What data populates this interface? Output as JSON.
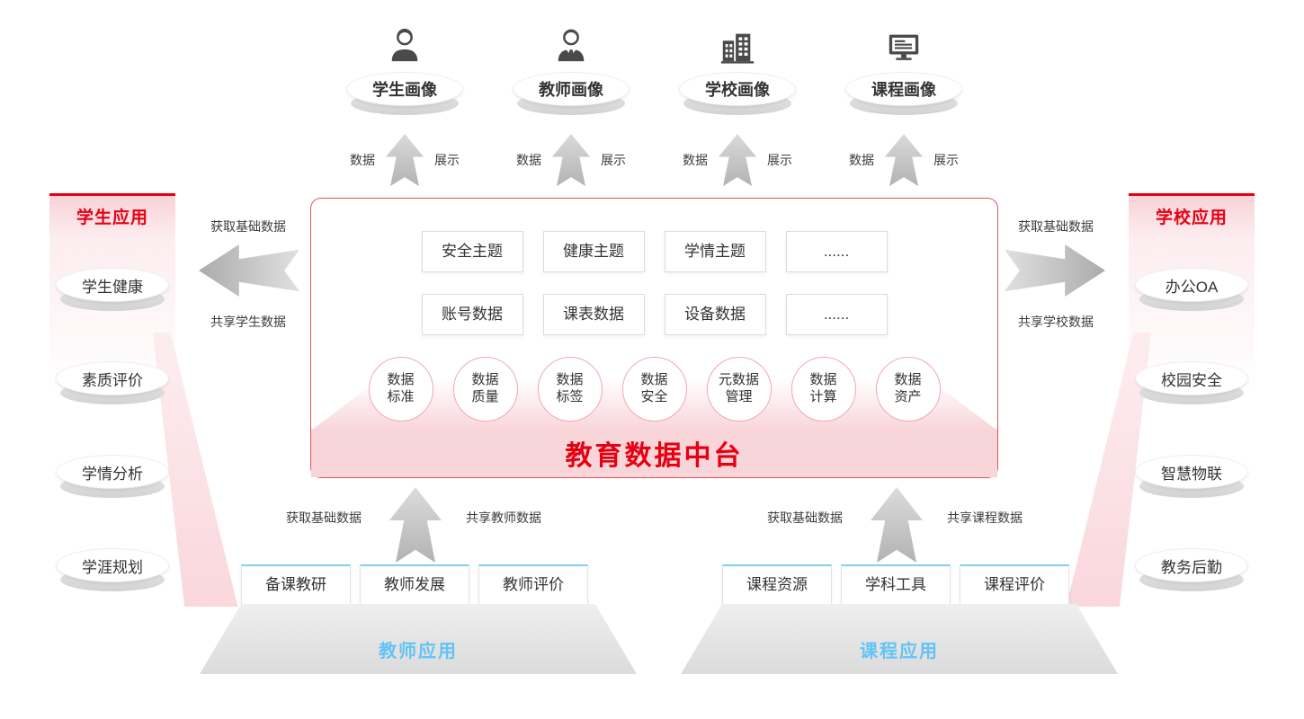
{
  "portraits": [
    {
      "icon": "student-icon",
      "label": "学生画像",
      "left_label": "数据",
      "right_label": "展示"
    },
    {
      "icon": "teacher-icon",
      "label": "教师画像",
      "left_label": "数据",
      "right_label": "展示"
    },
    {
      "icon": "school-icon",
      "label": "学校画像",
      "left_label": "数据",
      "right_label": "展示"
    },
    {
      "icon": "course-icon",
      "label": "课程画像",
      "left_label": "数据",
      "right_label": "展示"
    }
  ],
  "center_platform": {
    "theme_row": [
      "安全主题",
      "健康主题",
      "学情主题",
      "......"
    ],
    "data_row": [
      "账号数据",
      "课表数据",
      "设备数据",
      "......"
    ],
    "capabilities": [
      {
        "line1": "数据",
        "line2": "标准"
      },
      {
        "line1": "数据",
        "line2": "质量"
      },
      {
        "line1": "数据",
        "line2": "标签"
      },
      {
        "line1": "数据",
        "line2": "安全"
      },
      {
        "line1": "元数据",
        "line2": "管理"
      },
      {
        "line1": "数据",
        "line2": "计算"
      },
      {
        "line1": "数据",
        "line2": "资产"
      }
    ],
    "banner": "教育数据中台"
  },
  "student_panel": {
    "title": "学生应用",
    "items": [
      "学生健康",
      "素质评价",
      "学情分析",
      "学涯规划"
    ],
    "arrow_top_label": "获取基础数据",
    "arrow_bottom_label": "共享学生数据"
  },
  "school_panel": {
    "title": "学校应用",
    "items": [
      "办公OA",
      "校园安全",
      "智慧物联",
      "教务后勤"
    ],
    "arrow_top_label": "获取基础数据",
    "arrow_bottom_label": "共享学校数据"
  },
  "teacher_group": {
    "title": "教师应用",
    "items": [
      "备课教研",
      "教师发展",
      "教师评价"
    ],
    "arrow_left_label": "获取基础数据",
    "arrow_right_label": "共享教师数据"
  },
  "course_group": {
    "title": "课程应用",
    "items": [
      "课程资源",
      "学科工具",
      "课程评价"
    ],
    "arrow_left_label": "获取基础数据",
    "arrow_right_label": "共享课程数据"
  },
  "colors": {
    "accent_red": "#e60012",
    "banner_pink": "#f8d5d9",
    "accent_blue": "#62c3f5",
    "arrow_gray": "#bdbdbd"
  }
}
